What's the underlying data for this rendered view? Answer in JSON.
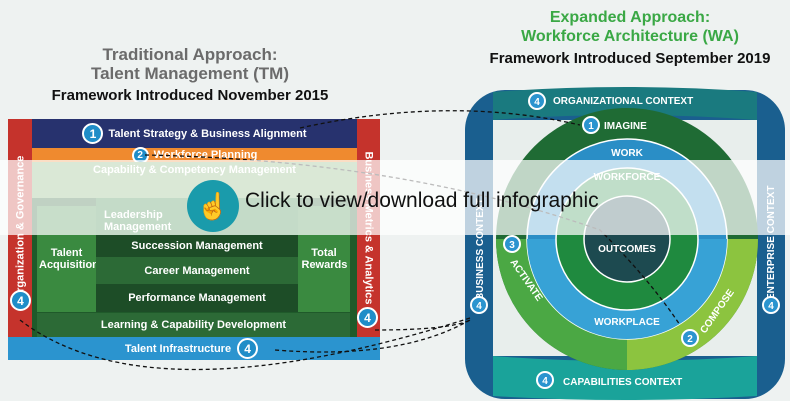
{
  "left": {
    "title1": "Traditional Approach:",
    "title2": "Talent Management (TM)",
    "subtitle": "Framework Introduced November 2015",
    "strategy": "Talent Strategy & Business Alignment",
    "workforce_planning": "Workforce Planning",
    "capability": "Capability & Competency Management",
    "leadership": "Leadership Management",
    "talent_acquisition": "Talent Acquisition",
    "succession": "Succession Management",
    "career": "Career Management",
    "performance": "Performance Management",
    "total_rewards": "Total Rewards",
    "learning": "Learning & Capability Development",
    "infrastructure": "Talent Infrastructure",
    "org_governance": "Organization & Governance",
    "metrics": "Business Metrics & Analytics",
    "n1": "1",
    "n2": "2",
    "n4": "4"
  },
  "right": {
    "title1": "Expanded Approach:",
    "title2": "Workforce Architecture (WA)",
    "subtitle": "Framework Introduced September 2019",
    "org_context": "ORGANIZATIONAL CONTEXT",
    "capabilities_context": "CAPABILITIES CONTEXT",
    "business_context": "BUSINESS CONTEXT",
    "enterprise_context": "ENTERPRISE CONTEXT",
    "imagine": "IMAGINE",
    "compose": "COMPOSE",
    "activate": "ACTIVATE",
    "work": "WORK",
    "workplace": "WORKPLACE",
    "workforce": "WORKFORCE",
    "outcomes": "OUTCOMES",
    "n1": "1",
    "n2": "2",
    "n3": "3",
    "n4": "4"
  },
  "overlay": {
    "cta": "Click to view/download full infographic",
    "icon": "tap-hand-icon"
  },
  "colors": {
    "navy": "#27326e",
    "orange": "#ef8a2f",
    "red": "#c5332c",
    "green": "#2e7d3a",
    "darkgreen": "#1f5a2a",
    "blue": "#2b94cf",
    "teal": "#1a8b8c",
    "brightgreen": "#3aa845"
  }
}
